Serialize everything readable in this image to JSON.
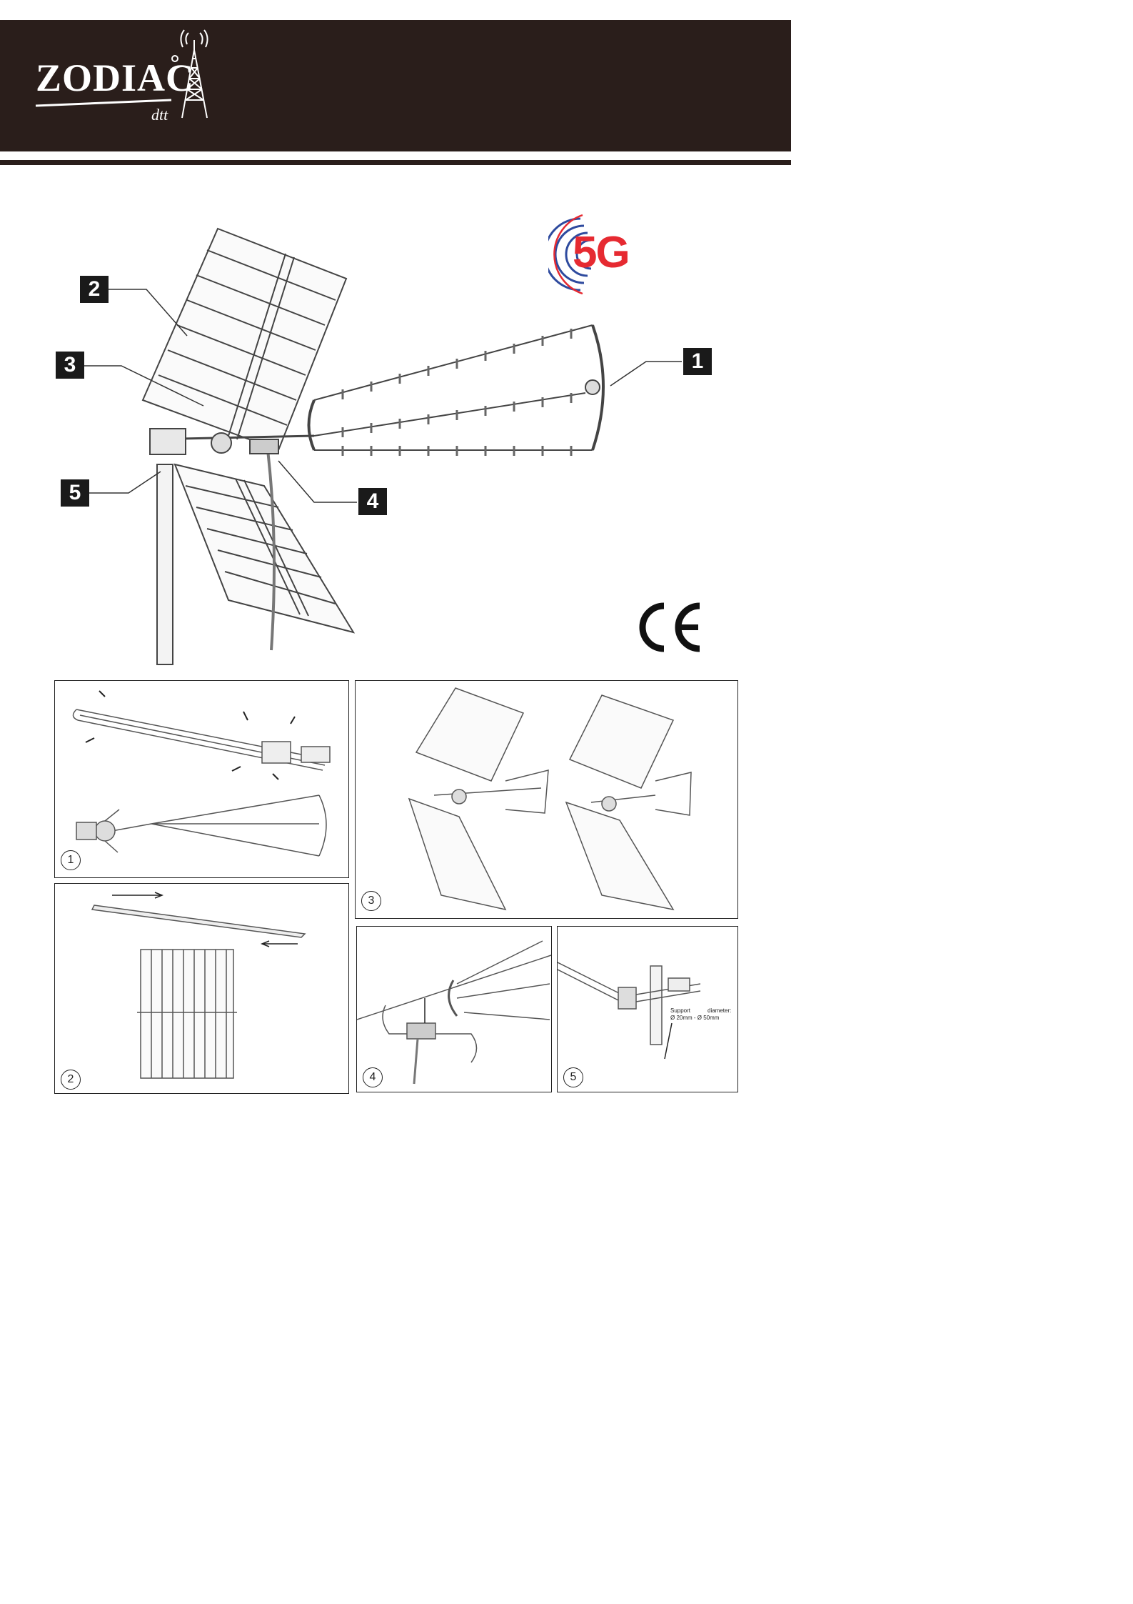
{
  "header": {
    "brand": "ZODIAC",
    "brand_sub": "dtt"
  },
  "badges": {
    "network": "5G",
    "certification": "CE"
  },
  "main_figure": {
    "callouts": [
      "1",
      "2",
      "3",
      "4",
      "5"
    ]
  },
  "steps": [
    {
      "number": "1"
    },
    {
      "number": "2"
    },
    {
      "number": "3"
    },
    {
      "number": "4"
    },
    {
      "number": "5",
      "support_label": "Support",
      "support_diameter_label": "diameter:",
      "support_range": "Ø 20mm - Ø 50mm"
    }
  ],
  "colors": {
    "banner": "#2a1e1b",
    "five_g_red": "#e62a31",
    "five_g_blue": "#2e4a9e"
  }
}
